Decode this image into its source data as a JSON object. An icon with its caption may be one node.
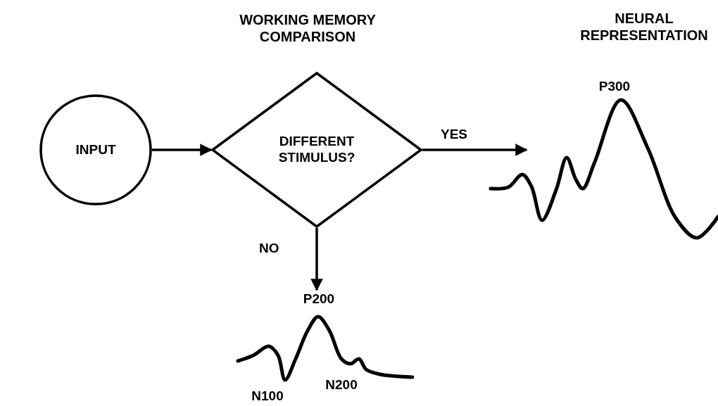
{
  "diagram": {
    "nodes": [
      {
        "text": [
          "INPUT"
        ]
      },
      {
        "text": [
          "DIFFERENT STIMULUS?"
        ]
      },
      {
        "text": [],
        "shape": "waveform"
      },
      {
        "text": [],
        "shape": "waveform"
      }
    ],
    "edges": [
      {
        "from": 0,
        "to": 1,
        "arrow": "to"
      },
      {
        "from": 1,
        "to": 2,
        "arrow": "to",
        "label": "YES"
      },
      {
        "from": 1,
        "to": 3,
        "arrow": "to",
        "label": "NO"
      }
    ],
    "labels": [
      "WORKING MEMORY COMPARISON",
      "NEURAL REPRESENTATION",
      "P300",
      "P200",
      "N100",
      "N200"
    ]
  }
}
